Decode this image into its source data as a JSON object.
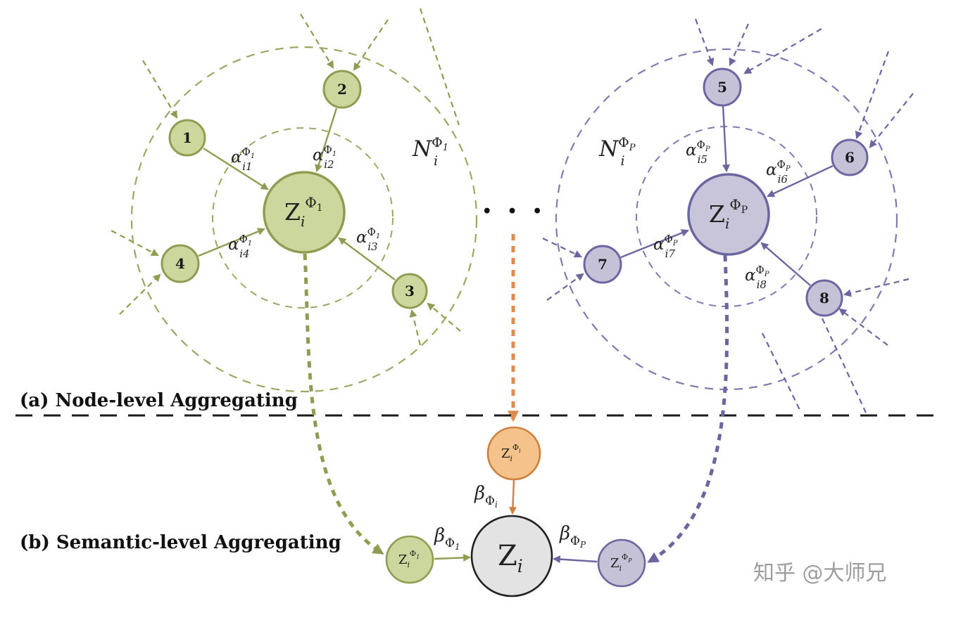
{
  "section_a_label": "(a) Node-level Aggregating",
  "section_b_label": "(b) Semantic-level Aggregating",
  "ellipsis": "• • •",
  "watermark": "知乎 @大师兄",
  "colors": {
    "green_fill": "#cbd79c",
    "green_stroke": "#8e9d52",
    "purple_fill": "#c5c1d7",
    "purple_stroke": "#6b66a0",
    "orange_fill": "#f6c28b",
    "orange_stroke": "#d0803e",
    "gray_fill": "#e3e3e3",
    "gray_stroke": "#222222"
  },
  "left_cluster": {
    "neighborhood": {
      "base": "N",
      "sub": "i",
      "sup_base": "Φ",
      "sup_sub": "1"
    },
    "center": {
      "base": "Z",
      "sub": "i",
      "sup_base": "Φ",
      "sup_sub": "1"
    },
    "nodes": [
      "1",
      "2",
      "3",
      "4"
    ],
    "alphas": [
      {
        "base": "α",
        "sub": "i1",
        "sup_base": "Φ",
        "sup_sub": "1"
      },
      {
        "base": "α",
        "sub": "i2",
        "sup_base": "Φ",
        "sup_sub": "1"
      },
      {
        "base": "α",
        "sub": "i3",
        "sup_base": "Φ",
        "sup_sub": "1"
      },
      {
        "base": "α",
        "sub": "i4",
        "sup_base": "Φ",
        "sup_sub": "1"
      }
    ]
  },
  "right_cluster": {
    "neighborhood": {
      "base": "N",
      "sub": "i",
      "sup_base": "Φ",
      "sup_sub": "P"
    },
    "center": {
      "base": "Z",
      "sub": "i",
      "sup_base": "Φ",
      "sup_sub": "P"
    },
    "nodes": [
      "5",
      "6",
      "7",
      "8"
    ],
    "alphas": [
      {
        "base": "α",
        "sub": "i5",
        "sup_base": "Φ",
        "sup_sub": "P"
      },
      {
        "base": "α",
        "sub": "i6",
        "sup_base": "Φ",
        "sup_sub": "P"
      },
      {
        "base": "α",
        "sub": "i7",
        "sup_base": "Φ",
        "sup_sub": "P"
      },
      {
        "base": "α",
        "sub": "i8",
        "sup_base": "Φ",
        "sup_sub": "P"
      }
    ]
  },
  "semantic_level": {
    "phi_i_node": {
      "base": "Z",
      "sub": "i",
      "sup_base": "Φ",
      "sup_sub": "i"
    },
    "phi_1_node": {
      "base": "Z",
      "sub": "i",
      "sup_base": "Φ",
      "sup_sub": "1"
    },
    "phi_p_node": {
      "base": "Z",
      "sub": "i",
      "sup_base": "Φ",
      "sup_sub": "P"
    },
    "fused_node": {
      "base": "Z",
      "sub": "i"
    },
    "beta_1": {
      "base": "β",
      "sub_base": "Φ",
      "sub_sub": "1"
    },
    "beta_i": {
      "base": "β",
      "sub_base": "Φ",
      "sub_sub": "i"
    },
    "beta_p": {
      "base": "β",
      "sub_base": "Φ",
      "sub_sub": "P"
    }
  }
}
